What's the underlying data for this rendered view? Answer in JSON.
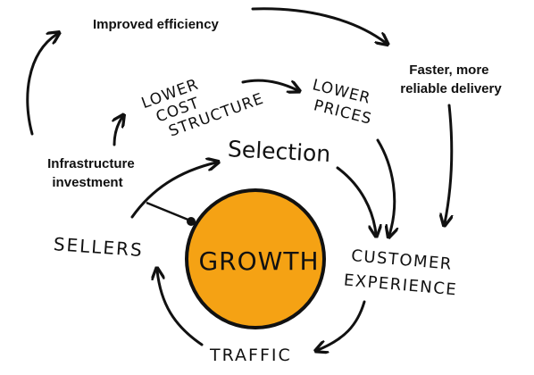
{
  "diagram": {
    "nodes": {
      "growth": "GROWTH",
      "selection": "Selection",
      "customer_experience": [
        "CUSTOMER",
        "EXPERIENCE"
      ],
      "traffic": "TRAFFIC",
      "sellers": "SELLERS",
      "lower_cost_structure": [
        "LOWER",
        "COST",
        "STRUCTURE"
      ],
      "lower_prices": [
        "LOWER",
        "PRICES"
      ],
      "infrastructure_investment": [
        "Infrastructure",
        "investment"
      ],
      "improved_efficiency": "Improved efficiency",
      "faster_delivery": [
        "Faster, more",
        "reliable delivery"
      ]
    },
    "colors": {
      "circle_fill": "#F5A214",
      "circle_stroke": "#111111",
      "ink": "#111111",
      "background": "#FFFFFF"
    }
  }
}
